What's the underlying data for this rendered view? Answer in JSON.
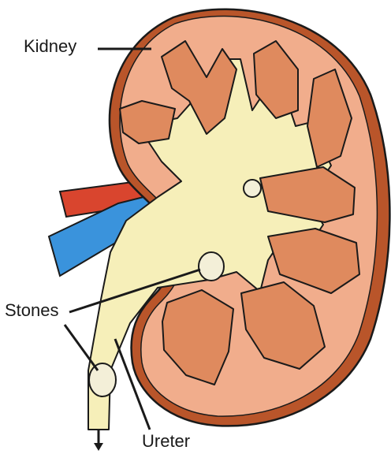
{
  "labels": {
    "kidney": "Kidney",
    "stones": "Stones",
    "ureter": "Ureter"
  },
  "colors": {
    "capsule": "#b9552a",
    "cortex": "#f1ad8c",
    "pyramid": "#df8a5e",
    "pelvis": "#f6efb9",
    "artery": "#d9452e",
    "vein": "#3a93dc",
    "stone": "#f3efd8",
    "outline": "#1a1a1a"
  }
}
